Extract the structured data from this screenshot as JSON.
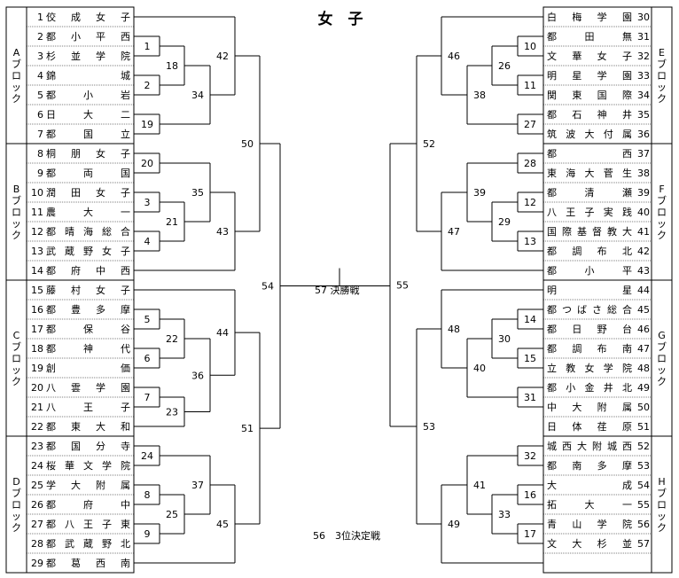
{
  "title": "女　子",
  "final_label": "57 決勝戦",
  "third_place_label": "56　3位決定戦",
  "blocks": [
    {
      "name": "Aブロック",
      "side": "left"
    },
    {
      "name": "Bブロック",
      "side": "left"
    },
    {
      "name": "Cブロック",
      "side": "left"
    },
    {
      "name": "Dブロック",
      "side": "left"
    },
    {
      "name": "Eブロック",
      "side": "right"
    },
    {
      "name": "Fブロック",
      "side": "right"
    },
    {
      "name": "Gブロック",
      "side": "right"
    },
    {
      "name": "Hブロック",
      "side": "right"
    }
  ],
  "left_teams": [
    {
      "no": "1",
      "name": "佼成女子"
    },
    {
      "no": "2",
      "name": "都小平西"
    },
    {
      "no": "3",
      "name": "杉並学院"
    },
    {
      "no": "4",
      "name": "錦城"
    },
    {
      "no": "5",
      "name": "都小岩"
    },
    {
      "no": "6",
      "name": "日大二"
    },
    {
      "no": "7",
      "name": "都国立"
    },
    {
      "no": "8",
      "name": "桐朋女子"
    },
    {
      "no": "9",
      "name": "都両国"
    },
    {
      "no": "10",
      "name": "潤田女子"
    },
    {
      "no": "11",
      "name": "農大一"
    },
    {
      "no": "12",
      "name": "都晴海総合"
    },
    {
      "no": "13",
      "name": "武蔵野女子"
    },
    {
      "no": "14",
      "name": "都府中西"
    },
    {
      "no": "15",
      "name": "藤村女子"
    },
    {
      "no": "16",
      "name": "都豊多摩"
    },
    {
      "no": "17",
      "name": "都保谷"
    },
    {
      "no": "18",
      "name": "都神代"
    },
    {
      "no": "19",
      "name": "創価"
    },
    {
      "no": "20",
      "name": "八雲学園"
    },
    {
      "no": "21",
      "name": "八王子"
    },
    {
      "no": "22",
      "name": "都東大和"
    },
    {
      "no": "23",
      "name": "都国分寺"
    },
    {
      "no": "24",
      "name": "桜華文学院"
    },
    {
      "no": "25",
      "name": "学大附属"
    },
    {
      "no": "26",
      "name": "都府中"
    },
    {
      "no": "27",
      "name": "都八王子東"
    },
    {
      "no": "28",
      "name": "都武蔵野北"
    },
    {
      "no": "29",
      "name": "都葛西南"
    }
  ],
  "right_teams": [
    {
      "no": "30",
      "name": "白梅学園"
    },
    {
      "no": "31",
      "name": "都田無"
    },
    {
      "no": "32",
      "name": "文華女子"
    },
    {
      "no": "33",
      "name": "明星学園"
    },
    {
      "no": "34",
      "name": "関東国際"
    },
    {
      "no": "35",
      "name": "都石神井"
    },
    {
      "no": "36",
      "name": "筑波大付属"
    },
    {
      "no": "37",
      "name": "都西"
    },
    {
      "no": "38",
      "name": "東海大菅生"
    },
    {
      "no": "39",
      "name": "都清瀬"
    },
    {
      "no": "40",
      "name": "八王子実践"
    },
    {
      "no": "41",
      "name": "国際基督教大"
    },
    {
      "no": "42",
      "name": "都調布北"
    },
    {
      "no": "43",
      "name": "都小平"
    },
    {
      "no": "44",
      "name": "明星"
    },
    {
      "no": "45",
      "name": "都つばさ総合"
    },
    {
      "no": "46",
      "name": "都日野台"
    },
    {
      "no": "47",
      "name": "都調布南"
    },
    {
      "no": "48",
      "name": "立教女学院"
    },
    {
      "no": "49",
      "name": "都小金井北"
    },
    {
      "no": "50",
      "name": "中大附属"
    },
    {
      "no": "51",
      "name": "日体荏原"
    },
    {
      "no": "52",
      "name": "城西大附城西"
    },
    {
      "no": "53",
      "name": "都南多摩"
    },
    {
      "no": "54",
      "name": "大成"
    },
    {
      "no": "55",
      "name": "拓大一"
    },
    {
      "no": "56",
      "name": "青山学院"
    },
    {
      "no": "57",
      "name": "文大杉並"
    }
  ],
  "matches": {
    "m1": "1",
    "m2": "2",
    "m3": "3",
    "m4": "4",
    "m5": "5",
    "m6": "6",
    "m7": "7",
    "m8": "8",
    "m9": "9",
    "m10": "10",
    "m11": "11",
    "m12": "12",
    "m13": "13",
    "m14": "14",
    "m15": "15",
    "m16": "16",
    "m17": "17",
    "m18": "18",
    "m19": "19",
    "m20": "20",
    "m21": "21",
    "m22": "22",
    "m23": "23",
    "m24": "24",
    "m25": "25",
    "m26": "26",
    "m27": "27",
    "m28": "28",
    "m29": "29",
    "m30": "30",
    "m31": "31",
    "m32": "32",
    "m33": "33",
    "m34": "34",
    "m35": "35",
    "m36": "36",
    "m37": "37",
    "m38": "38",
    "m39": "39",
    "m40": "40",
    "m41": "41",
    "m42": "42",
    "m43": "43",
    "m44": "44",
    "m45": "45",
    "m46": "46",
    "m47": "47",
    "m48": "48",
    "m49": "49",
    "m50": "50",
    "m51": "51",
    "m52": "52",
    "m53": "53",
    "m54": "54",
    "m55": "55"
  }
}
